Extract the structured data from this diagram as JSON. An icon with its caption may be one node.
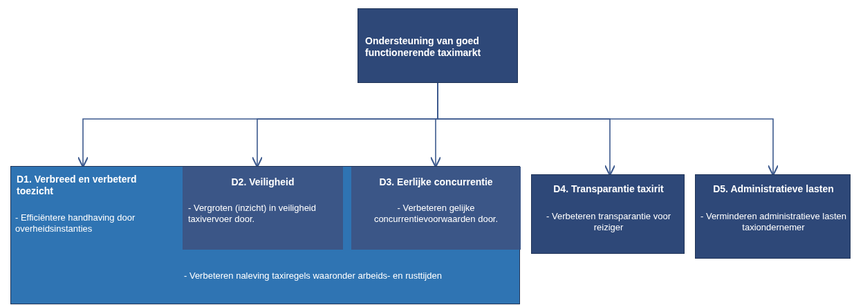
{
  "diagram": {
    "nodes": [
      {
        "text": [
          "Ondersteuning van goed functionerende taximarkt"
        ]
      },
      {
        "text": [
          "D1. Verbreed en verbeterd toezicht",
          "- Efficiëntere handhaving door overheidsinstanties",
          "- Verbeteren naleving taxiregels waaronder arbeids- en rusttijden"
        ]
      },
      {
        "text": [
          "D2. Veiligheid",
          "- Vergroten (inzicht) in veiligheid taxivervoer door."
        ],
        "in": 1
      },
      {
        "text": [
          "D3. Eerlijke concurrentie",
          "- Verbeteren gelijke concurrentievoorwaarden door."
        ],
        "in": 1
      },
      {
        "text": [
          "D4. Transparantie taxirit",
          "- Verbeteren transparantie voor reiziger"
        ]
      },
      {
        "text": [
          "D5. Administratieve lasten",
          "- Verminderen administratieve lasten taxiondernemer"
        ]
      }
    ],
    "edges": [
      {
        "from": 0,
        "to": 1,
        "arrow": "to"
      },
      {
        "from": 0,
        "to": 2,
        "arrow": "to"
      },
      {
        "from": 0,
        "to": 3,
        "arrow": "to"
      },
      {
        "from": 0,
        "to": 4,
        "arrow": "to"
      },
      {
        "from": 0,
        "to": 5,
        "arrow": "to"
      }
    ]
  }
}
